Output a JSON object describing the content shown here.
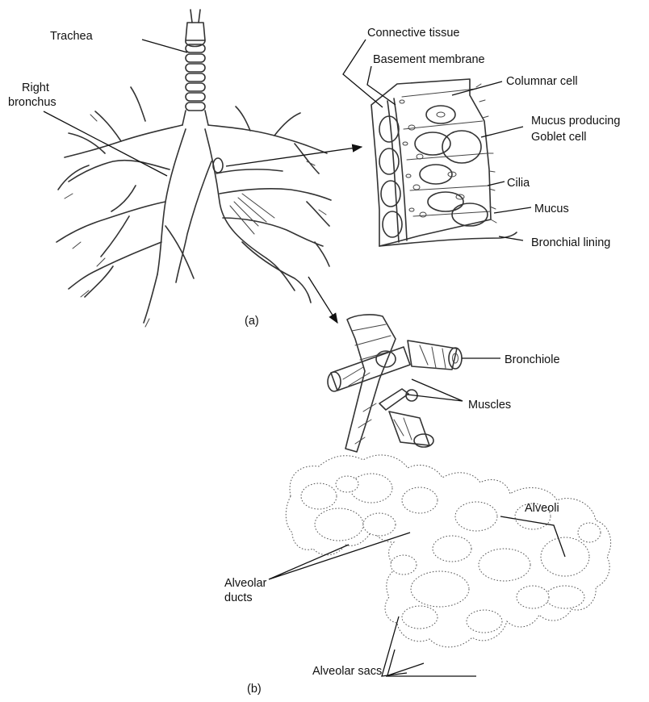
{
  "labels": {
    "trachea": "Trachea",
    "right_bronchus_1": "Right",
    "right_bronchus_2": "bronchus",
    "connective_tissue": "Connective tissue",
    "basement_membrane": "Basement membrane",
    "columnar_cell": "Columnar cell",
    "goblet_1": "Mucus producing",
    "goblet_2": "Goblet cell",
    "cilia": "Cilia",
    "mucus": "Mucus",
    "bronchial_lining": "Bronchial lining",
    "part_a": "(a)",
    "bronchiole": "Bronchiole",
    "muscles": "Muscles",
    "alveoli": "Alveoli",
    "alveolar_ducts_1": "Alveolar",
    "alveolar_ducts_2": "ducts",
    "alveolar_sacs": "Alveolar sacs",
    "part_b": "(b)"
  }
}
